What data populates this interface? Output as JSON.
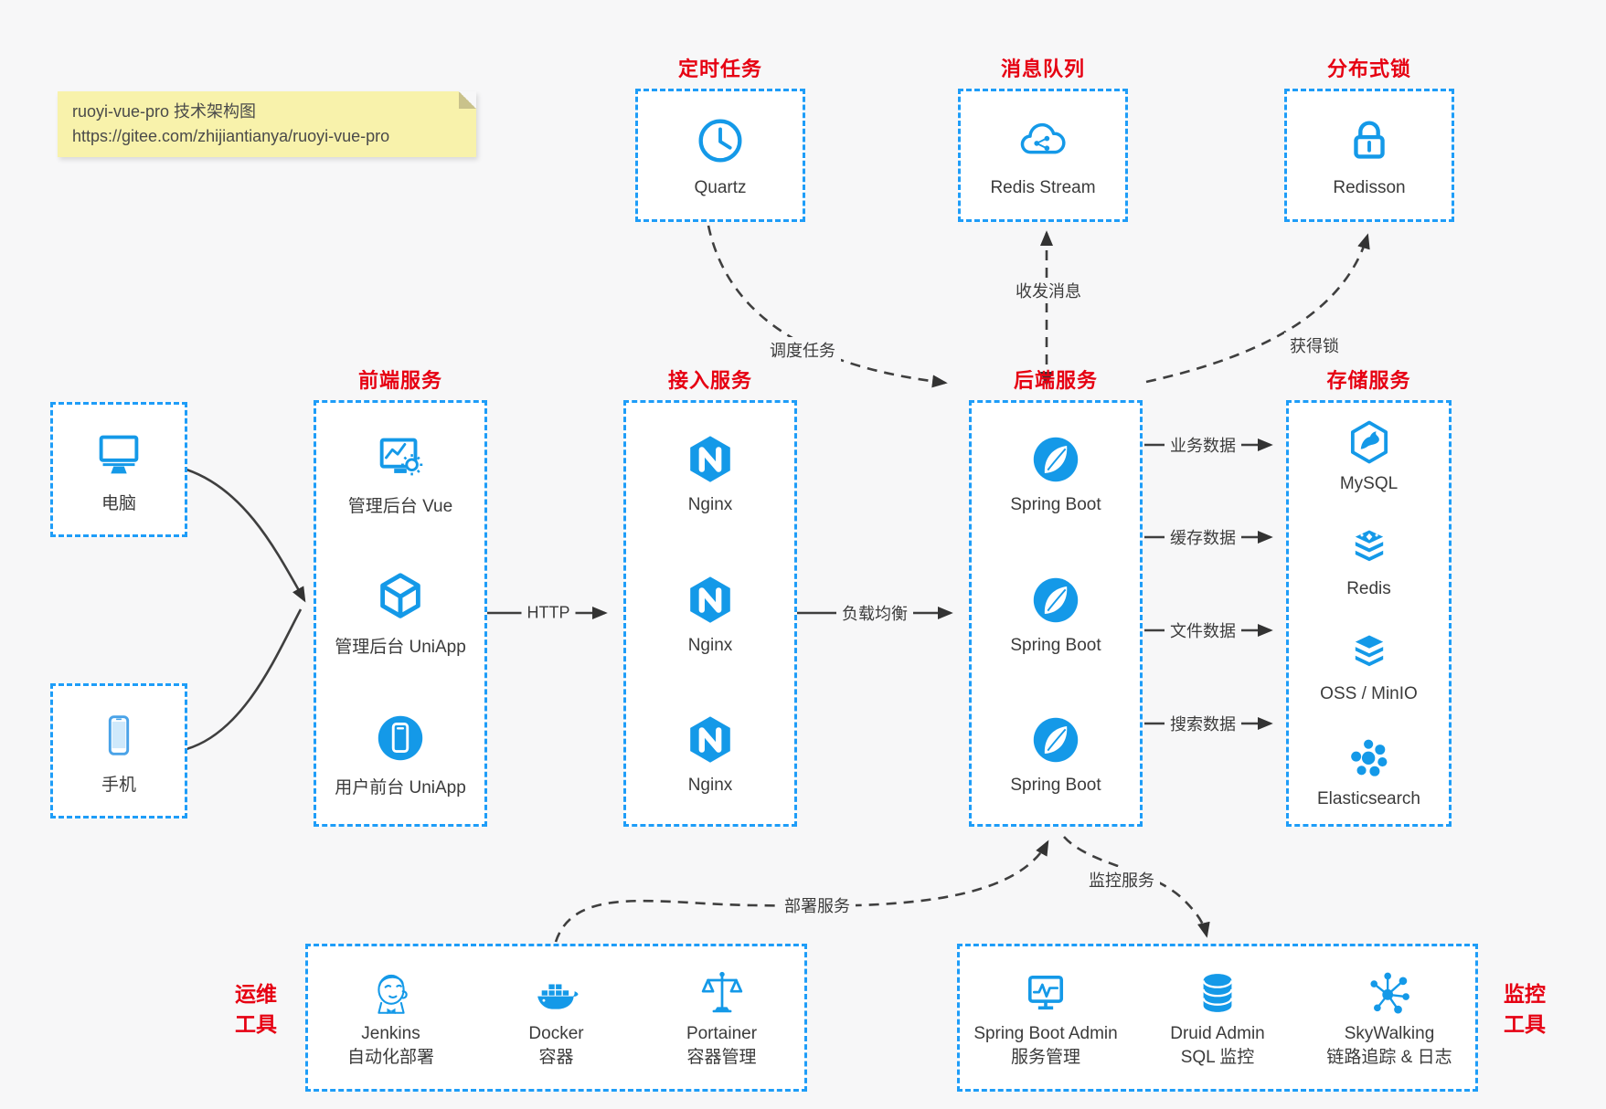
{
  "note": {
    "line1": "ruoyi-vue-pro 技术架构图",
    "line2": "https://gitee.com/zhijiantianya/ruoyi-vue-pro"
  },
  "top_services": [
    {
      "title": "定时任务",
      "icon": "clock-icon",
      "label": "Quartz"
    },
    {
      "title": "消息队列",
      "icon": "cloud-network-icon",
      "label": "Redis Stream"
    },
    {
      "title": "分布式锁",
      "icon": "lock-icon",
      "label": "Redisson"
    }
  ],
  "clients": [
    {
      "icon": "desktop-icon",
      "label": "电脑"
    },
    {
      "icon": "smartphone-icon",
      "label": "手机"
    }
  ],
  "service_columns": [
    {
      "title": "前端服务",
      "items": [
        {
          "icon": "admin-vue-icon",
          "label": "管理后台 Vue"
        },
        {
          "icon": "uniapp-cube-icon",
          "label": "管理后台 UniApp"
        },
        {
          "icon": "mobile-app-icon",
          "label": "用户前台 UniApp"
        }
      ]
    },
    {
      "title": "接入服务",
      "items": [
        {
          "icon": "nginx-icon",
          "label": "Nginx"
        },
        {
          "icon": "nginx-icon",
          "label": "Nginx"
        },
        {
          "icon": "nginx-icon",
          "label": "Nginx"
        }
      ]
    },
    {
      "title": "后端服务",
      "items": [
        {
          "icon": "spring-boot-icon",
          "label": "Spring Boot"
        },
        {
          "icon": "spring-boot-icon",
          "label": "Spring Boot"
        },
        {
          "icon": "spring-boot-icon",
          "label": "Spring Boot"
        }
      ]
    },
    {
      "title": "存储服务",
      "items": [
        {
          "icon": "mysql-icon",
          "label": "MySQL"
        },
        {
          "icon": "redis-icon",
          "label": "Redis"
        },
        {
          "icon": "object-storage-icon",
          "label": "OSS / MinIO"
        },
        {
          "icon": "elasticsearch-icon",
          "label": "Elasticsearch"
        }
      ]
    }
  ],
  "ops_tools": {
    "side_label_line1": "运维",
    "side_label_line2": "工具",
    "items": [
      {
        "icon": "jenkins-icon",
        "name": "Jenkins",
        "desc": "自动化部署"
      },
      {
        "icon": "docker-icon",
        "name": "Docker",
        "desc": "容器"
      },
      {
        "icon": "portainer-icon",
        "name": "Portainer",
        "desc": "容器管理"
      }
    ]
  },
  "monitor_tools": {
    "side_label_line1": "监控",
    "side_label_line2": "工具",
    "items": [
      {
        "icon": "springboot-admin-icon",
        "name": "Spring Boot Admin",
        "desc": "服务管理"
      },
      {
        "icon": "druid-icon",
        "name": "Druid Admin",
        "desc": "SQL 监控"
      },
      {
        "icon": "skywalking-icon",
        "name": "SkyWalking",
        "desc": "链路追踪 & 日志"
      }
    ]
  },
  "edge_labels": {
    "http": "HTTP",
    "load_balance": "负载均衡",
    "schedule_task": "调度任务",
    "send_receive": "收发消息",
    "acquire_lock": "获得锁",
    "business_data": "业务数据",
    "cache_data": "缓存数据",
    "file_data": "文件数据",
    "search_data": "搜索数据",
    "deploy_service": "部署服务",
    "monitor_service": "监控服务"
  },
  "colors": {
    "accent_blue": "#1499e8",
    "border_blue": "#1e9df8",
    "title_red": "#e60012",
    "arrow_dark": "#3f3f3f",
    "note_bg": "#f8f2ab"
  }
}
